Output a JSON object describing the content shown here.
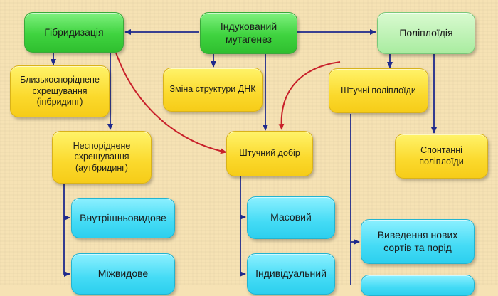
{
  "nodes": {
    "hybridization": "Гібридизація",
    "induced_mutagenesis": "Індукований мутагенез",
    "polyploidy": "Поліплоїдія",
    "inbreeding": "Близькоспоріднене схрещування (інбридинг)",
    "dna_structure_change": "Зміна структури ДНК",
    "artificial_polyploids": "Штучні поліплоїди",
    "outbreeding": "Неспоріднене схрещування (аутбридинг)",
    "artificial_selection": "Штучний добір",
    "spontaneous_polyploids": "Спонтанні поліплоїди",
    "intraspecific": "Внутрішньовидове",
    "mass_selection": "Масовий",
    "new_varieties": "Виведення нових сортів та порід",
    "interspecific": "Міжвидове",
    "individual_selection": "Індивідуальний"
  },
  "colors": {
    "primary_node": "#3fd33f",
    "secondary_node": "#a9eca0",
    "category_node": "#fbd92c",
    "leaf_node": "#44dbf5",
    "connector": "#1f2a8c",
    "highlight_arrow": "#c8202a"
  }
}
